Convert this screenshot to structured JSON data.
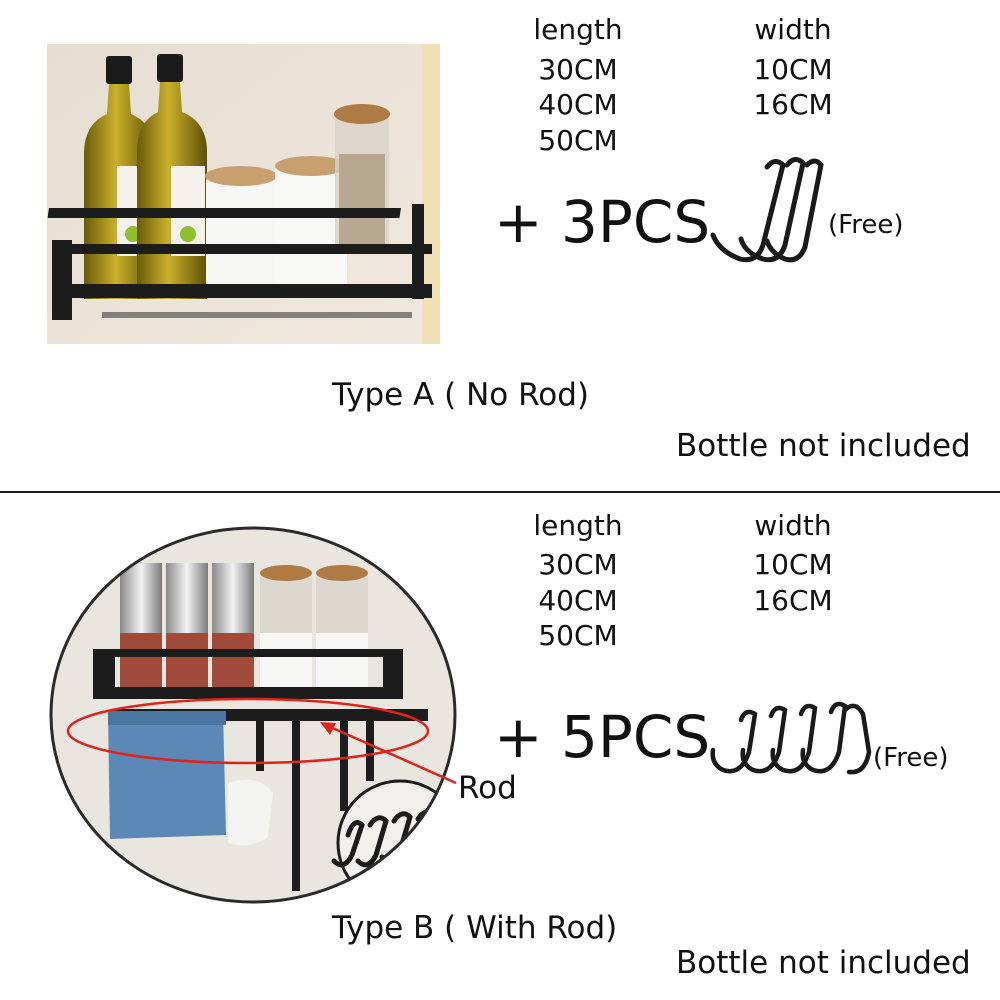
{
  "type_a": {
    "spec": {
      "length_header": "length",
      "width_header": "width",
      "lengths": [
        "30CM",
        "40CM",
        "50CM"
      ],
      "widths": [
        "10CM",
        "16CM"
      ]
    },
    "hooks_label": "+ 3PCS",
    "free_label": "(Free)",
    "title": "Type A ( No Rod)",
    "note": "Bottle not included"
  },
  "type_b": {
    "spec": {
      "length_header": "length",
      "width_header": "width",
      "lengths": [
        "30CM",
        "40CM",
        "50CM"
      ],
      "widths": [
        "10CM",
        "16CM"
      ]
    },
    "hooks_label": "+ 5PCS",
    "free_label": "(Free)",
    "rod_label": "Rod",
    "title": "Type B ( With Rod)",
    "note": "Bottle not included"
  },
  "colors": {
    "rack": "#1c1c1c",
    "annotation_red": "#e0241b",
    "wall": "#e9e6e0"
  }
}
